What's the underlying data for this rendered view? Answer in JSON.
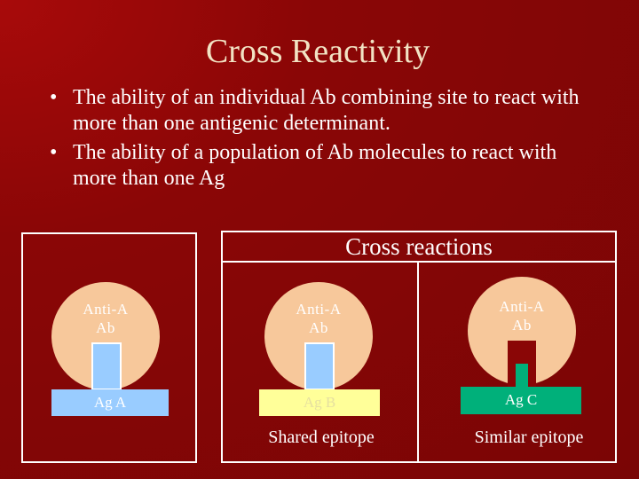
{
  "title": "Cross Reactivity",
  "bullets": [
    "The ability of an individual Ab combining site to react with more than one antigenic determinant.",
    "The ability of a population of Ab molecules to react with more than one Ag"
  ],
  "bullet_glyph": "•",
  "cross_reactions_label": "Cross reactions",
  "panels": [
    {
      "ab_label_line1": "Anti-A",
      "ab_label_line2": "Ab",
      "ag_label": "Ag A",
      "caption": ""
    },
    {
      "ab_label_line1": "Anti-A",
      "ab_label_line2": "Ab",
      "ag_label": "Ag B",
      "caption": "Shared epitope"
    },
    {
      "ab_label_line1": "Anti-A",
      "ab_label_line2": "Ab",
      "ag_label": "Ag C",
      "caption": "Similar epitope"
    }
  ],
  "colors": {
    "background": "#8a0606",
    "antibody": "#f7c89b",
    "ag_a": "#99ccff",
    "ag_b": "#ffff99",
    "ag_c": "#00b07a",
    "frame": "#ffffff"
  }
}
